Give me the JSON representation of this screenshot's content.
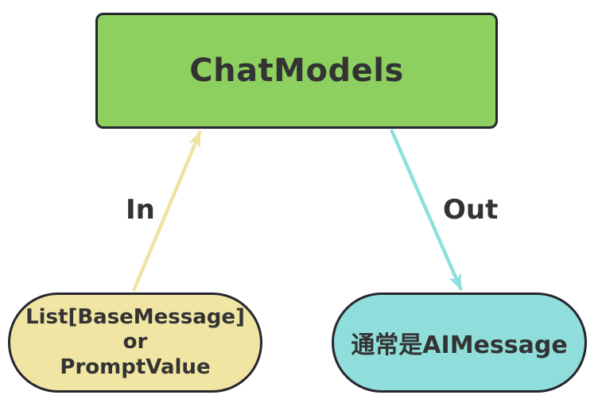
{
  "diagram": {
    "background": "#ffffff",
    "border_color": "#26262e",
    "text_color": "#333333",
    "title_node": {
      "label": "ChatModels",
      "fill": "#8dd05f",
      "shape": "rounded-rectangle"
    },
    "input_node": {
      "lines": [
        "List[BaseMessage]",
        "or",
        "PromptValue"
      ],
      "fill": "#f0e5a3",
      "shape": "stadium-pill"
    },
    "output_node": {
      "label": "通常是AIMessage",
      "fill": "#90dedb",
      "shape": "stadium-pill"
    },
    "edges": [
      {
        "label": "In",
        "color": "#f0e3a2",
        "from": "input_node",
        "to": "title_node",
        "direction": "up"
      },
      {
        "label": "Out",
        "color": "#8ee0de",
        "from": "title_node",
        "to": "output_node",
        "direction": "down"
      }
    ]
  }
}
